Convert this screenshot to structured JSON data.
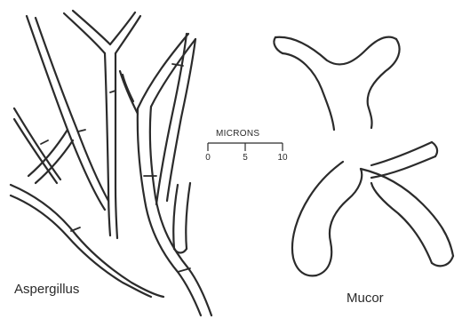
{
  "labels": {
    "aspergillus": "Aspergillus",
    "mucor": "Mucor"
  },
  "scale_bar": {
    "title": "MICRONS",
    "ticks": [
      "0",
      "5",
      "10"
    ]
  }
}
